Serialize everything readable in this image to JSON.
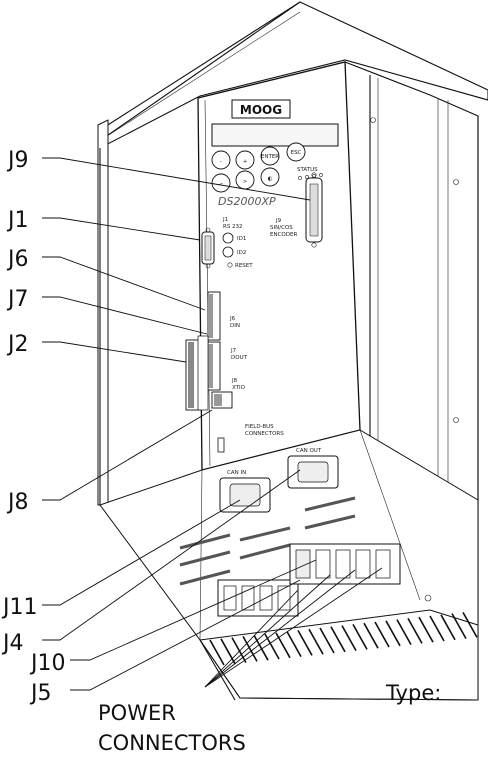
{
  "brand_logo": "MOOG",
  "model": "DS2000XP",
  "keypad": {
    "keys": [
      "ENTER",
      "ESC",
      "-",
      "+",
      "<",
      ">",
      "◐"
    ],
    "status_label": "STATUS"
  },
  "panel_labels": {
    "j1_port": "J1",
    "j1_name": "RS 232",
    "id1": "ID1",
    "id2": "ID2",
    "reset": "RESET",
    "j9_port": "J9",
    "j9_name": "SIN/COS",
    "j9_name2": "ENCODER",
    "j6_port": "J6",
    "j6_name": "DIN",
    "j7_port": "J7",
    "j7_name": "DOUT",
    "j8_port": "J8",
    "j8_name": "XTIO",
    "fieldbus_line1": "FIELD-BUS",
    "fieldbus_line2": "CONNECTORS",
    "can_in": "CAN IN",
    "can_out": "CAN OUT"
  },
  "callouts": {
    "j9": "J9",
    "j1": "J1",
    "j6": "J6",
    "j7": "J7",
    "j2": "J2",
    "j8": "J8",
    "j11": "J11",
    "j4": "J4",
    "j10": "J10",
    "j5": "J5",
    "power_line1": "POWER",
    "power_line2": "CONNECTORS",
    "type_label": "Type:"
  }
}
